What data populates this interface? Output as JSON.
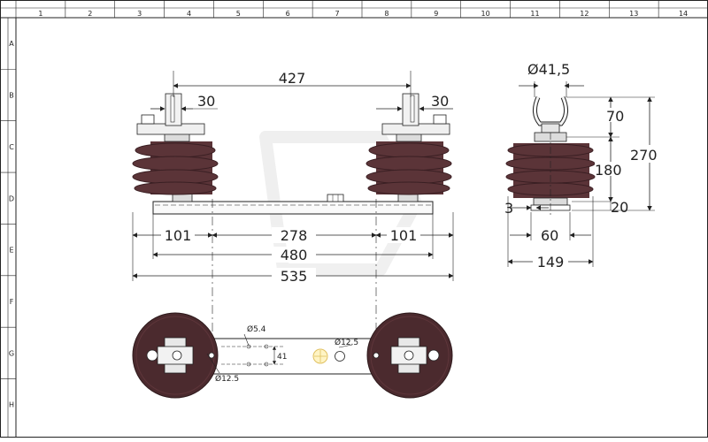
{
  "frame": {
    "columns": [
      "1",
      "2",
      "3",
      "4",
      "5",
      "6",
      "7",
      "8",
      "9",
      "10",
      "11",
      "12",
      "13",
      "14"
    ],
    "rows": [
      "A",
      "B",
      "C",
      "D",
      "E",
      "F",
      "G",
      "H"
    ]
  },
  "colors": {
    "porcelain": "#5b3438",
    "porcelain_dark": "#3a1f23",
    "metal": "#e2e2e2",
    "line": "#222222",
    "watermark": "#eeeeee"
  },
  "front_view": {
    "dim_top_span": "427",
    "dim_left_offset": "30",
    "dim_right_offset": "30",
    "dim_left_end": "101",
    "dim_center": "278",
    "dim_right_end": "101",
    "dim_480": "480",
    "dim_535": "535"
  },
  "side_view": {
    "dim_diameter": "Ø41,5",
    "dim_70": "70",
    "dim_180": "180",
    "dim_270": "270",
    "dim_3": "3",
    "dim_20": "20",
    "dim_60": "60",
    "dim_149": "149"
  },
  "plan_view": {
    "hole_small": "Ø5.4",
    "hole_center": "Ø12.5",
    "hole_left": "Ø12.5",
    "dim_41": "41"
  }
}
